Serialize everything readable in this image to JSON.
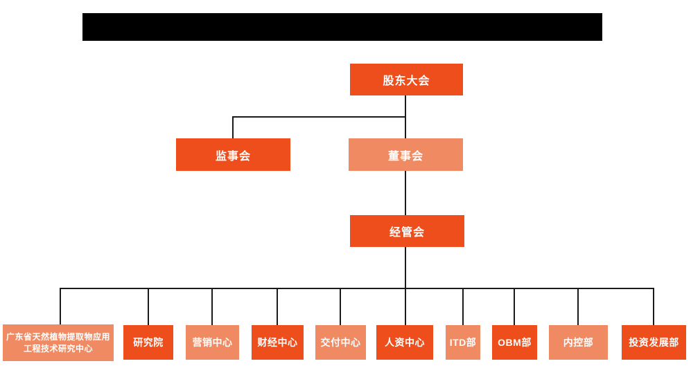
{
  "colors": {
    "dark": "#ED4E1C",
    "light": "#F08A62",
    "line": "#1A1A1A",
    "redacted": "#000000"
  },
  "header": {
    "redacted_title": true
  },
  "org": {
    "root": {
      "label": "股东大会",
      "variant": "dark"
    },
    "level2": [
      {
        "label": "监事会",
        "variant": "dark"
      },
      {
        "label": "董事会",
        "variant": "light"
      }
    ],
    "level3": {
      "label": "经管会",
      "variant": "dark"
    },
    "departments": [
      {
        "label": "广东省天然植物提取物应用工程技术研究中心",
        "variant": "light"
      },
      {
        "label": "研究院",
        "variant": "dark"
      },
      {
        "label": "营销中心",
        "variant": "light"
      },
      {
        "label": "财经中心",
        "variant": "dark"
      },
      {
        "label": "交付中心",
        "variant": "light"
      },
      {
        "label": "人资中心",
        "variant": "dark"
      },
      {
        "label": "ITD部",
        "variant": "light"
      },
      {
        "label": "OBM部",
        "variant": "dark"
      },
      {
        "label": "内控部",
        "variant": "light"
      },
      {
        "label": "投资发展部",
        "variant": "dark"
      }
    ]
  }
}
